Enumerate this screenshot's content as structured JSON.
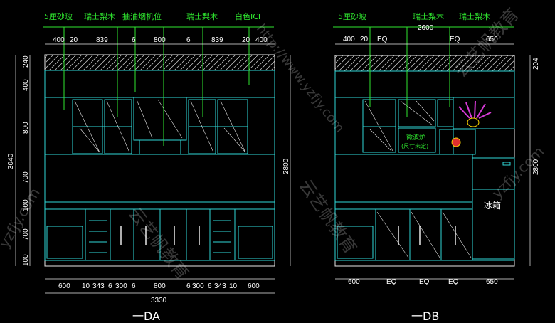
{
  "colors": {
    "background": "#000000",
    "cabinet": "#2fd9d9",
    "dimension": "#e8e8e8",
    "leader": "#2fe62f",
    "accent": "#ffd700",
    "vase": "#e03030"
  },
  "elevation_a": {
    "title": "一DA",
    "labels": [
      "5厘砂玻",
      "瑞士梨木",
      "抽油烟机位",
      "瑞士梨木",
      "白色ICI"
    ],
    "top_dims": [
      "400",
      "20",
      "839",
      "6",
      "800",
      "6",
      "839",
      "20",
      "400"
    ],
    "left_dims": [
      "240",
      "400",
      "800",
      "3040",
      "700",
      "100",
      "700",
      "100"
    ],
    "right_dims": [
      "2800"
    ],
    "bottom_dims": [
      "600",
      "10",
      "343",
      "6",
      "300",
      "6",
      "800",
      "6",
      "300",
      "6",
      "343",
      "10",
      "600"
    ],
    "total_width": "3330"
  },
  "elevation_b": {
    "title": "一DB",
    "labels": [
      "5厘砂玻",
      "瑞士梨木",
      "瑞士梨木"
    ],
    "top_dims": [
      "400",
      "20",
      "EQ",
      "2600",
      "EQ",
      "650"
    ],
    "right_dims": [
      "204",
      "2800"
    ],
    "bottom_dims": [
      "600",
      "EQ",
      "EQ",
      "EQ",
      "650"
    ],
    "microwave_label": "微波炉",
    "microwave_note": "(尺寸未定)",
    "fridge_label": "冰箱"
  },
  "watermarks": [
    "云艺帆教育",
    "http://www.yzfjy.com",
    "yzfjy.com"
  ]
}
